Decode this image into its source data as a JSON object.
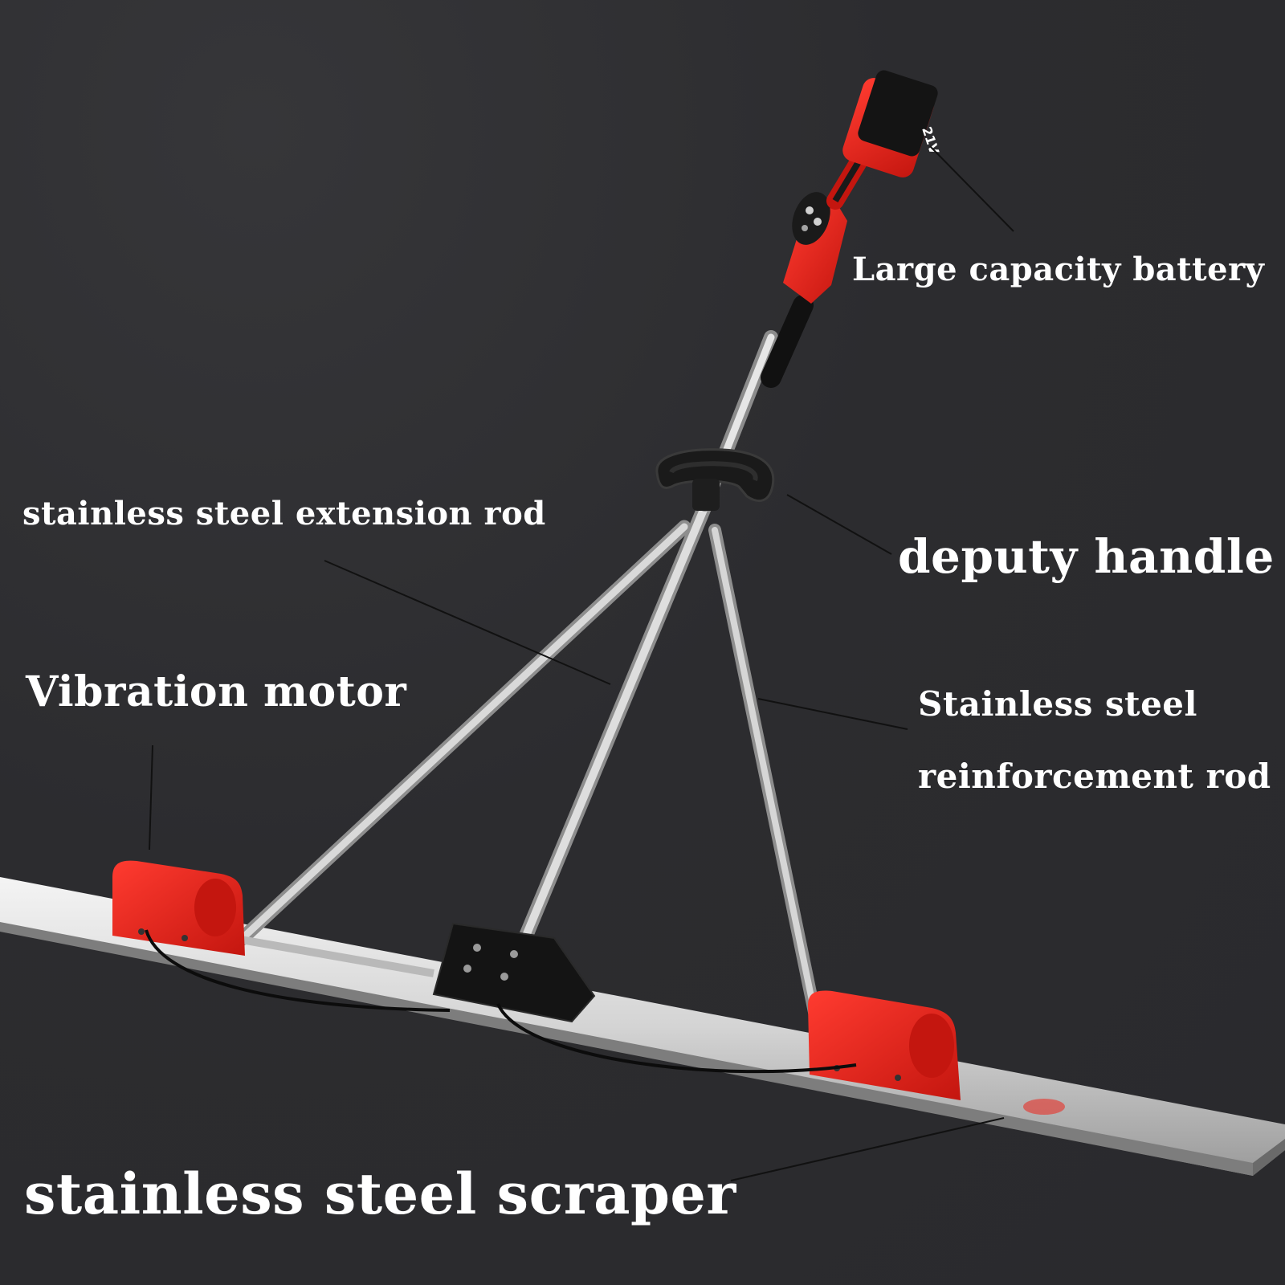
{
  "labels": {
    "battery": "Large capacity battery",
    "extension_rod": "stainless steel extension rod",
    "deputy_handle": "deputy handle",
    "vibration_motor": "Vibration motor",
    "reinforcement_line1": "Stainless steel",
    "reinforcement_line2": "reinforcement rod",
    "scraper": "stainless steel scraper"
  },
  "colors": {
    "background": "#2c2c2f",
    "label_text": "#ffffff",
    "tool_red": "#e8231e",
    "steel": "#c9c9c9",
    "leader_line": "#111111"
  }
}
